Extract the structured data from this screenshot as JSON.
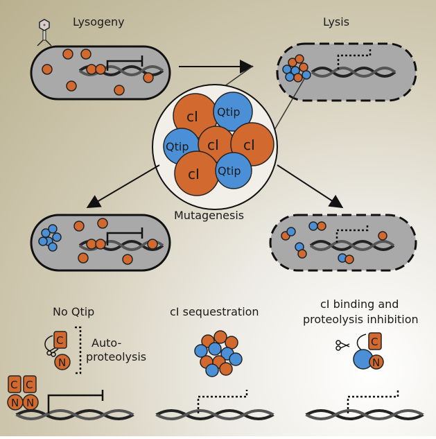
{
  "labels": {
    "lysogeny": "Lysogeny",
    "lysis": "Lysis",
    "mutagenesis": "Mutagenesis",
    "no_qtip": "No Qtip",
    "auto_proteolysis_1": "Auto-",
    "auto_proteolysis_2": "proteolysis",
    "ci_sequestration": "cI sequestration",
    "ci_binding_1": "cI binding and",
    "ci_binding_2": "proteolysis inhibition"
  },
  "proteins": {
    "ci": "cI",
    "qtip": "Qtip",
    "c_domain": "C",
    "n_domain": "N"
  },
  "colors": {
    "ci": "#d2692f",
    "qtip": "#4b90d6",
    "cell": "#a9a9a9",
    "outline": "#1a1a1a"
  }
}
